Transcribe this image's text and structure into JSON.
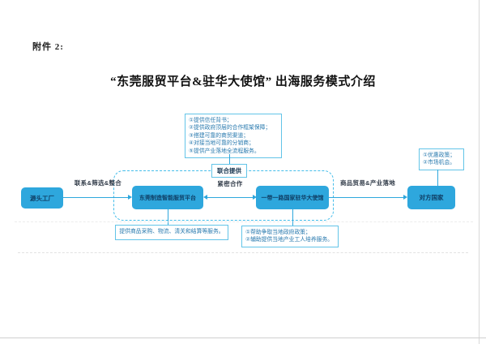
{
  "page": {
    "attachment_label": "附件 2:",
    "title": "“东莞服贸平台&驻华大使馆” 出海服务模式介绍"
  },
  "diagram": {
    "joint_label": "联合提供",
    "nodes": {
      "factory": "源头工厂",
      "platform": "东莞制造智能服贸平台",
      "embassy": "一带一路国家驻华大使馆",
      "country": "对方国家"
    },
    "edges": {
      "factory_to_platform": "联系&筛选&整合",
      "platform_embassy": "紧密合作",
      "embassy_to_country": "商品贸易&产业落地"
    },
    "callouts": {
      "joint_services": [
        "①提供信任背书；",
        "②提供政府顶层的合作框架保障；",
        "③搭建可靠的商贸渠道；",
        "④对接当地可靠的分销商；",
        "⑤提供产业落地全流程服务。"
      ],
      "country_benefits": [
        "①优惠政策；",
        "②市场机会。"
      ],
      "platform_services": "提供商品采购、物流、清关和结算等服务。",
      "embassy_services": [
        "①帮助争取当地政府政策；",
        "②辅助提供当地产业工人培养服务。"
      ]
    },
    "colors": {
      "node_fill": "#2ea7dd",
      "node_text": "#0f3f66",
      "callout_border": "#62c4e8",
      "callout_text": "#2879ae",
      "dashed_border": "#45bdea",
      "arrow": "#2ea7dd",
      "edge_label_text": "#333d4a"
    }
  }
}
